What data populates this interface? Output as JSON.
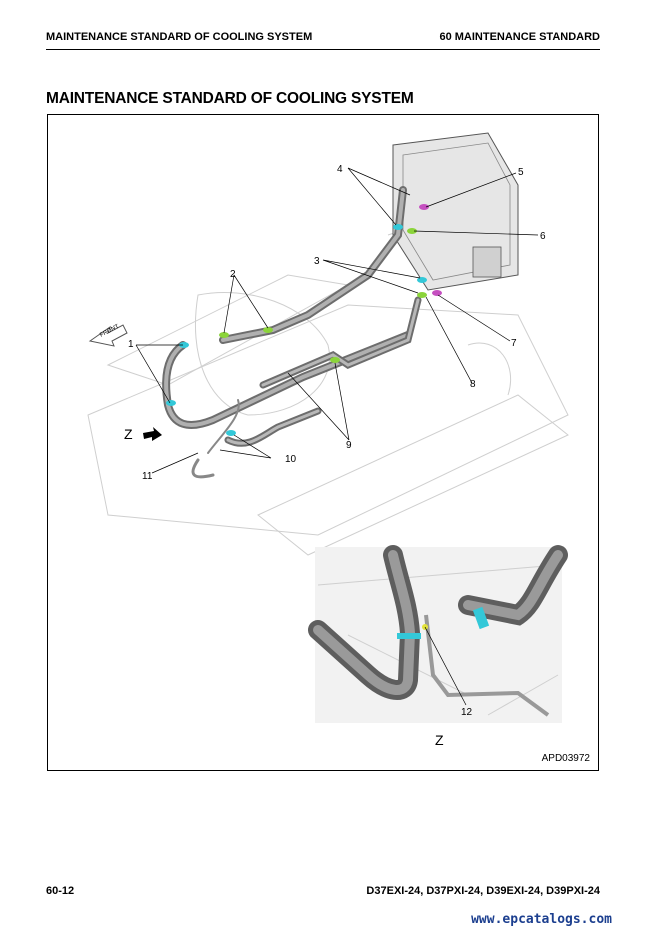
{
  "header": {
    "left": "MAINTENANCE STANDARD OF COOLING SYSTEM",
    "right": "60 MAINTENANCE STANDARD"
  },
  "page_title": "MAINTENANCE STANDARD OF COOLING SYSTEM",
  "figure": {
    "front_label": "FRONT",
    "callouts": [
      "1",
      "2",
      "3",
      "4",
      "5",
      "6",
      "7",
      "8",
      "9",
      "10",
      "11",
      "12"
    ],
    "view_label_main": "Z",
    "view_label_detail": "Z",
    "code": "APD03972"
  },
  "footer": {
    "page_number": "60-12",
    "models": "D37EXI-24, D37PXI-24, D39EXI-24, D39PXI-24"
  },
  "watermark": "www.epcatalogs.com",
  "colors": {
    "clamp_cyan": "#33c8d8",
    "clamp_green": "#8bd43a",
    "clamp_magenta": "#c54fc0",
    "hose_gray": "#8a8a8a",
    "watermark_blue": "#1c3f8f"
  }
}
